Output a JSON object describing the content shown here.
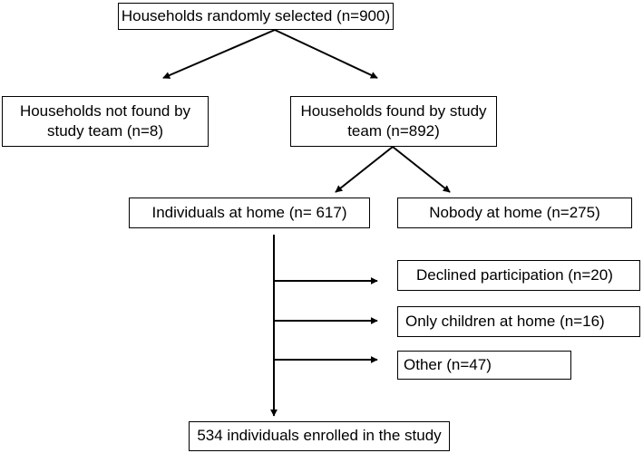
{
  "flowchart": {
    "root": "Households randomly selected (n=900)",
    "not_found": [
      "Households not found by",
      "study team (n=8)"
    ],
    "found": [
      "Households found by study",
      "team (n=892)"
    ],
    "individuals_home": "Individuals at home (n= 617)",
    "nobody_home": "Nobody at home (n=275)",
    "declined": "Declined participation (n=20)",
    "only_children": "Only children at home (n=16)",
    "other": "Other (n=47)",
    "enrolled": "534 individuals enrolled in the study"
  }
}
